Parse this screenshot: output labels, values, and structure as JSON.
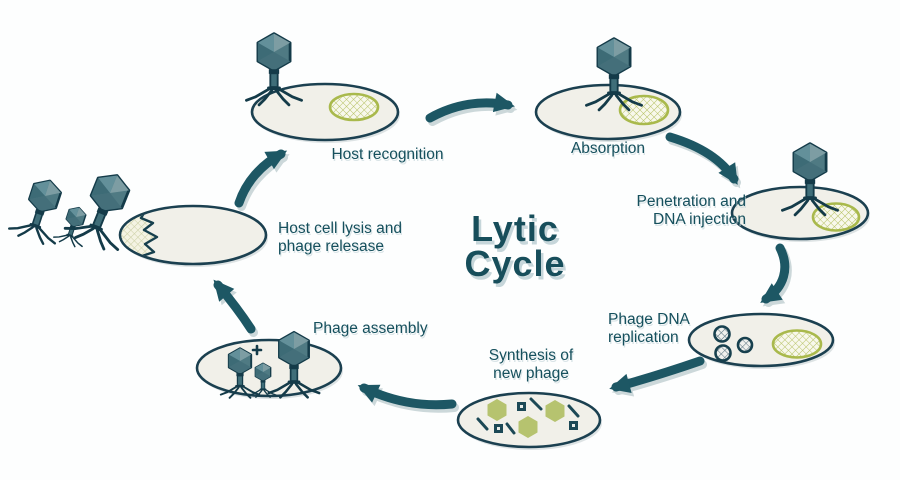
{
  "title": "Lytic\nCycle",
  "stages": [
    {
      "id": "host-recognition",
      "label": "Host recognition"
    },
    {
      "id": "absorption",
      "label": "Absorption"
    },
    {
      "id": "penetration-dna-injection",
      "label": "Penetration and\nDNA injection"
    },
    {
      "id": "phage-dna-replication",
      "label": "Phage DNA\nreplication"
    },
    {
      "id": "synthesis-new-phage",
      "label": "Synthesis of\nnew phage"
    },
    {
      "id": "phage-assembly",
      "label": "Phage assembly"
    },
    {
      "id": "host-cell-lysis",
      "label": "Host cell lysis and\nphage relesase"
    }
  ],
  "colors": {
    "text": "#16505d",
    "title": "#174e5b",
    "arrow": "#1d5764",
    "cell_fill": "#f1f0e9",
    "cell_outline": "#1b4050",
    "nucleoid_green": "#a9b94c",
    "phage_head": "#4f7a83",
    "phage_dark": "#143b49",
    "soft_shadow": "#ccd8da"
  }
}
